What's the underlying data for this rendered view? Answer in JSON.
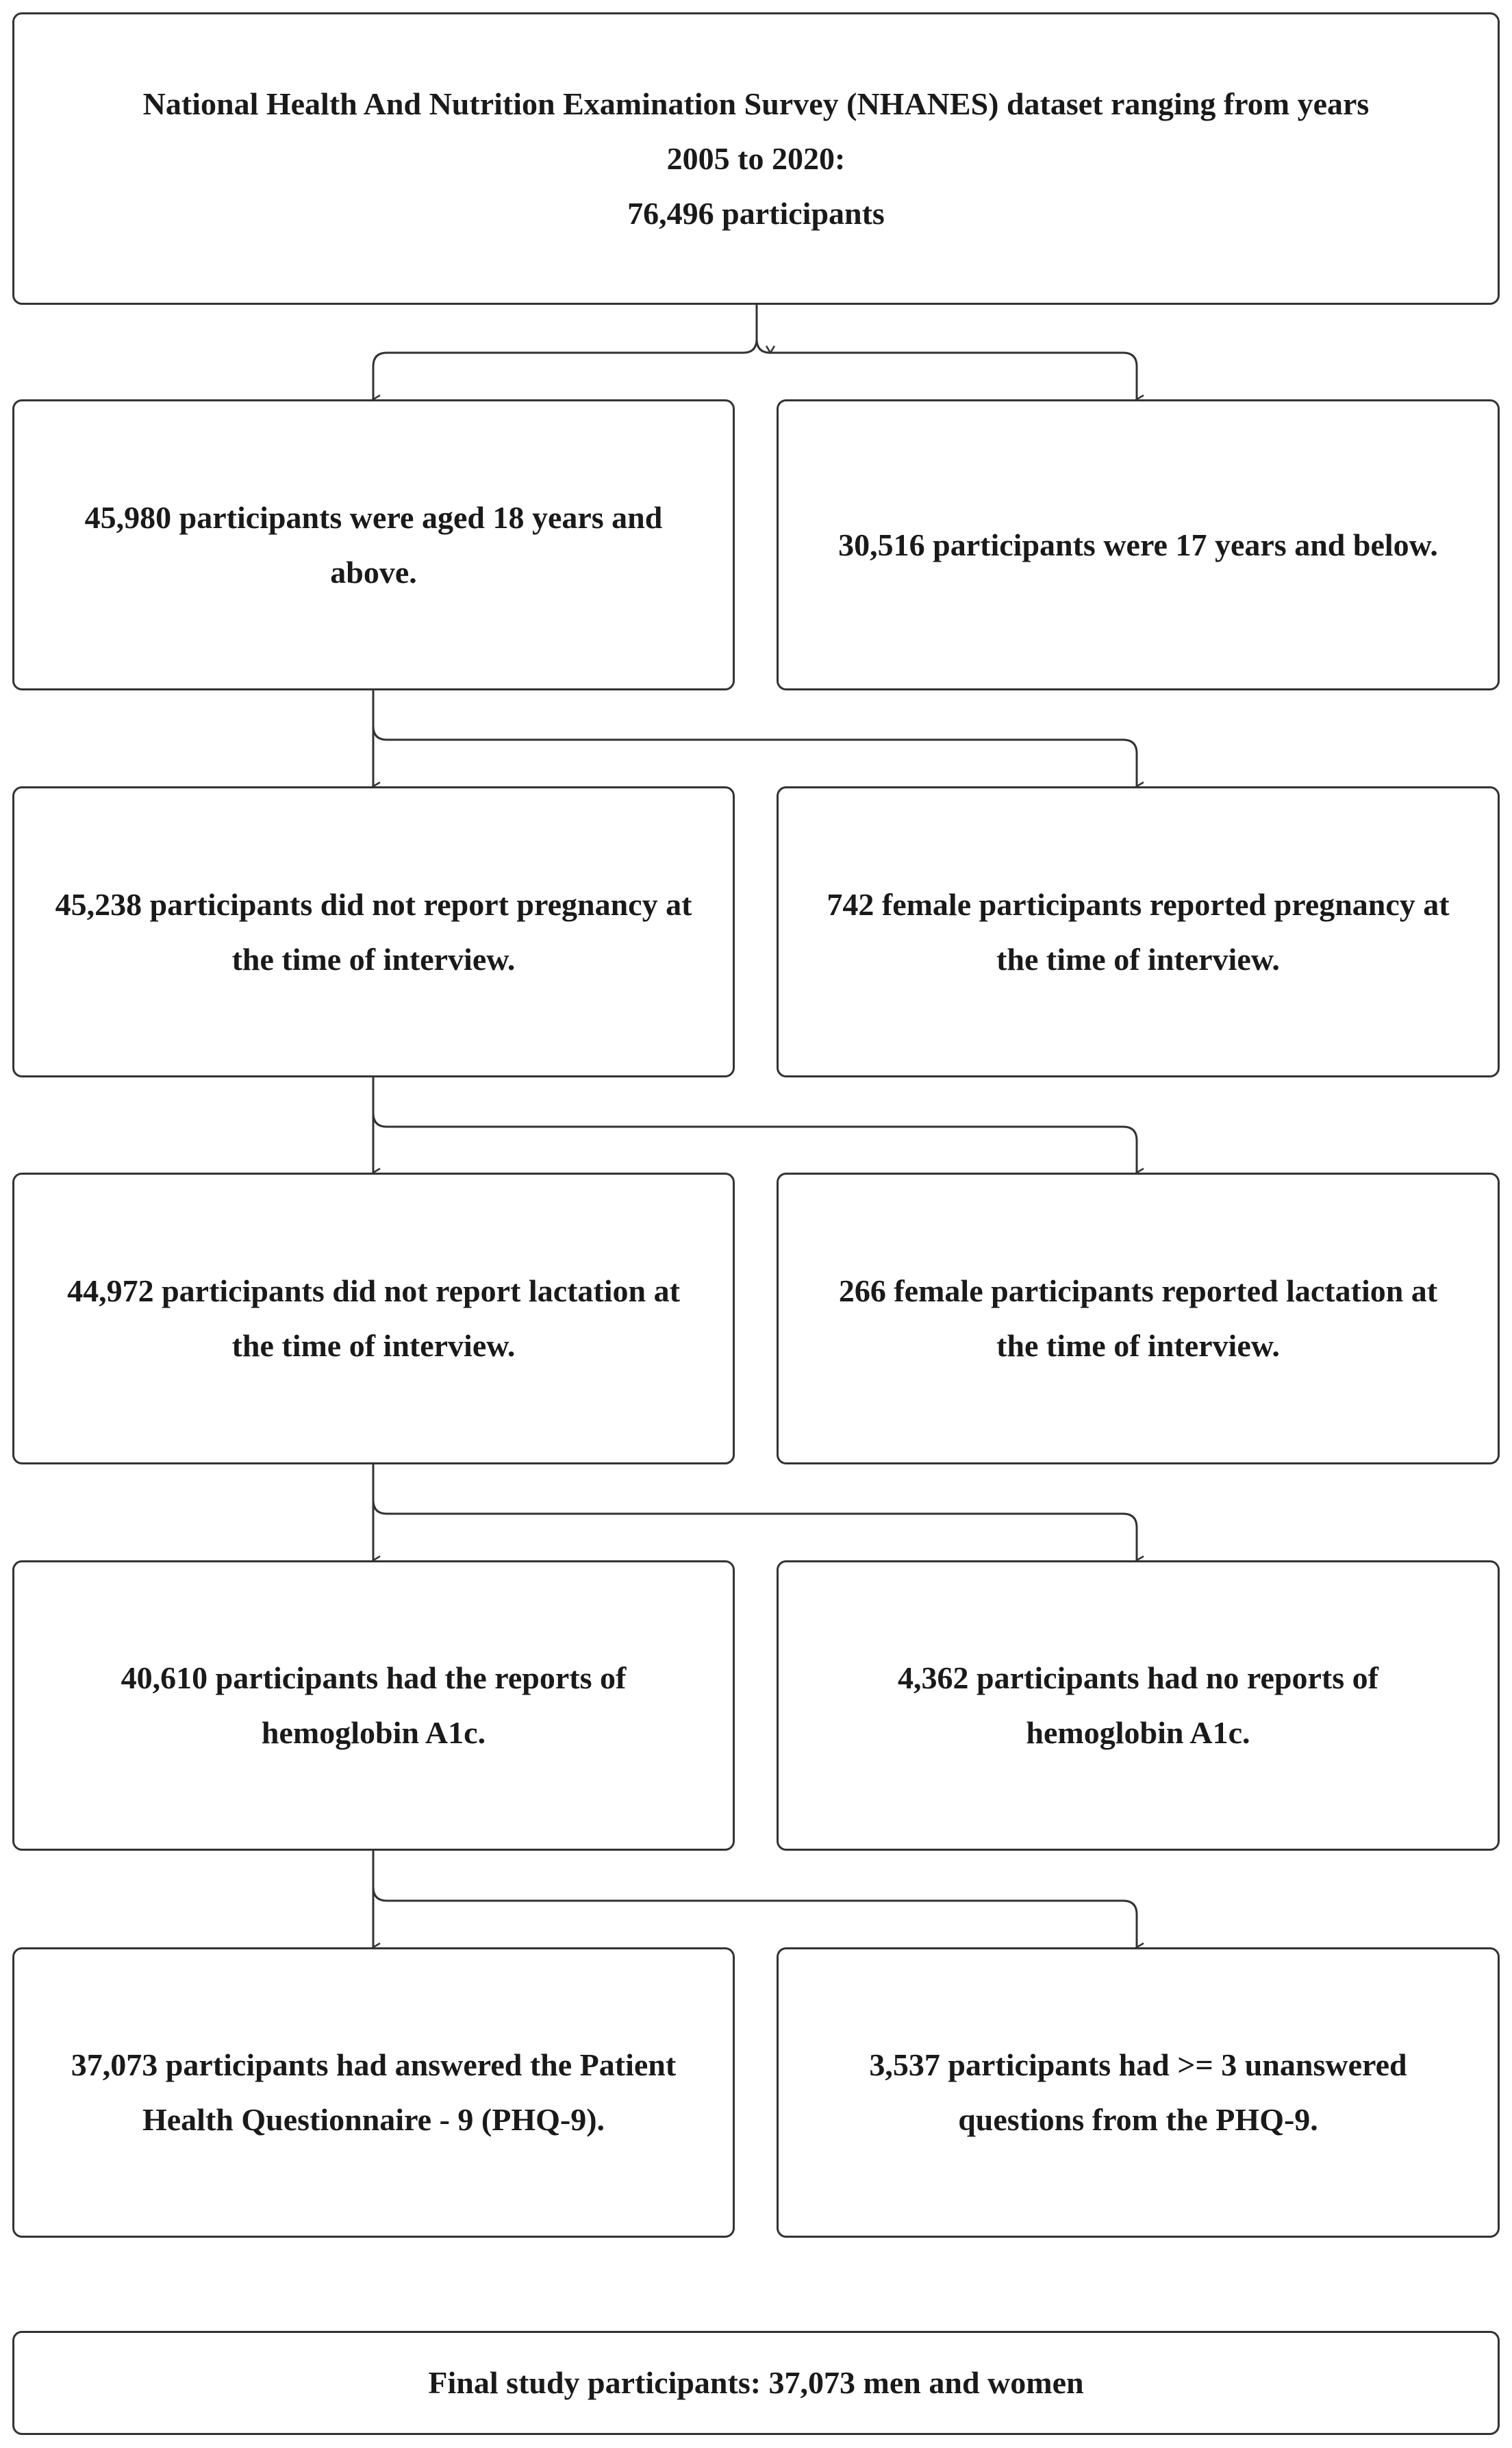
{
  "top": {
    "line1": "National Health And Nutrition Examination Survey (NHANES) dataset ranging from years",
    "line2": "2005 to 2020:",
    "line3": "76,496 participants"
  },
  "steps": [
    {
      "left": [
        "45,980 participants were aged 18 years and",
        "above."
      ],
      "right": [
        "30,516 participants were 17 years and below."
      ]
    },
    {
      "left": [
        "45,238 participants did not report pregnancy at",
        "the time of interview."
      ],
      "right": [
        "742 female participants reported pregnancy at",
        "the time of interview."
      ]
    },
    {
      "left": [
        "44,972 participants did not report lactation at",
        "the time of interview."
      ],
      "right": [
        "266 female participants reported lactation at",
        "the time of interview."
      ]
    },
    {
      "left": [
        "40,610 participants had the reports of",
        "hemoglobin A1c."
      ],
      "right": [
        "4,362 participants had no reports of",
        "hemoglobin A1c."
      ]
    },
    {
      "left": [
        "37,073 participants had answered the Patient",
        "Health Questionnaire - 9 (PHQ-9)."
      ],
      "right": [
        "3,537 participants had >= 3 unanswered",
        "questions from the PHQ-9."
      ]
    }
  ],
  "final": {
    "text": "Final study participants: 37,073 men and women"
  }
}
